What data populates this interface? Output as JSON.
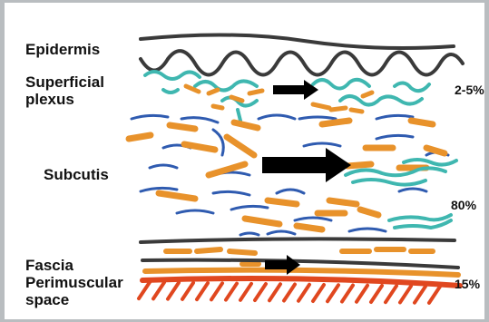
{
  "layers": {
    "epidermis": "Epidermis",
    "superficial_plexus_line1": "Superficial",
    "superficial_plexus_line2": "plexus",
    "subcutis": "Subcutis",
    "fascia": "Fascia",
    "perimuscular_line1": "Perimuscular",
    "perimuscular_line2": "space"
  },
  "percentages": {
    "superficial_plexus": "2-5%",
    "subcutis": "80%",
    "perimuscular": "15%"
  },
  "colors": {
    "skin_line": "#3a3a3a",
    "vessel_teal": "#3fb7b0",
    "fat_orange": "#e8922b",
    "vessel_blue": "#2f5bb0",
    "muscle_red": "#e0471f",
    "arrow": "#000000"
  }
}
